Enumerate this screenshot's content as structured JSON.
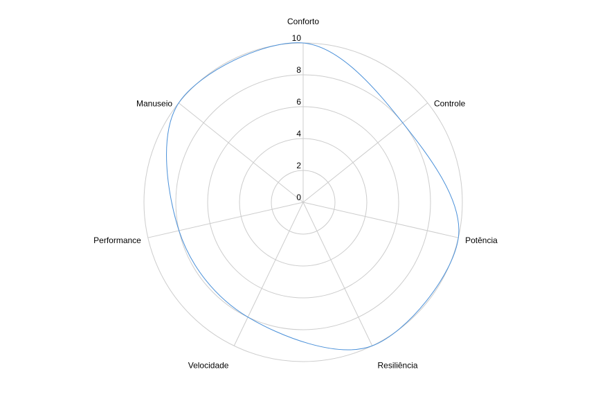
{
  "chart_data": {
    "type": "radar",
    "categories": [
      "Conforto",
      "Controle",
      "Potência",
      "Resiliência",
      "Velocidade",
      "Performance",
      "Manuseio"
    ],
    "series": [
      {
        "values": [
          10,
          8,
          10,
          10,
          8,
          8,
          10
        ],
        "color": "#4a90d9"
      }
    ],
    "rlim": [
      0,
      10
    ],
    "ticks": [
      0,
      2,
      4,
      6,
      8,
      10
    ],
    "grid": true,
    "legend": "none",
    "curved_lines": true
  }
}
